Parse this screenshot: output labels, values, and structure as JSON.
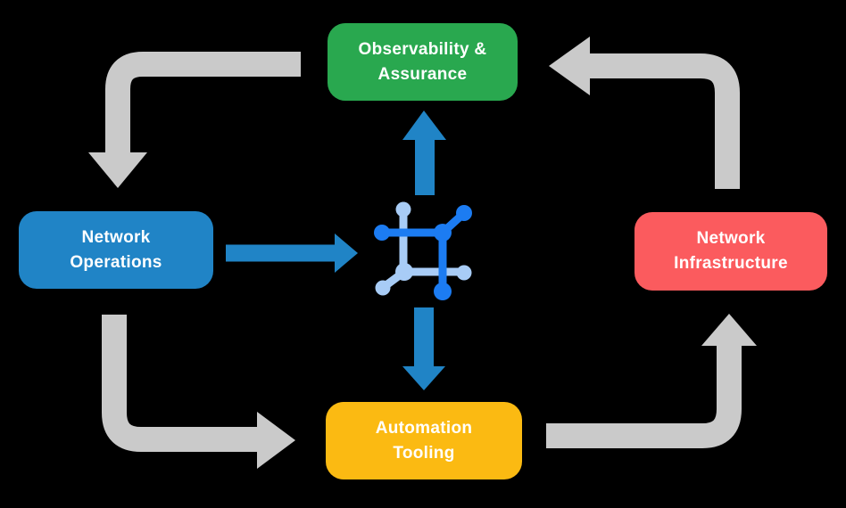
{
  "diagram": {
    "background_color": "#000000",
    "nodes": {
      "observability": {
        "label": "Observability &\nAssurance",
        "color": "#29A84F"
      },
      "operations": {
        "label": "Network\nOperations",
        "color": "#2084C6"
      },
      "infrastructure": {
        "label": "Network\nInfrastructure",
        "color": "#FB5B5E"
      },
      "automation": {
        "label": "Automation\nTooling",
        "color": "#FBBA12"
      }
    },
    "center_icon": "network-mesh-icon",
    "edges": [
      {
        "from": "observability",
        "to": "operations",
        "style": "cycle-arrow"
      },
      {
        "from": "operations",
        "to": "automation",
        "style": "cycle-arrow"
      },
      {
        "from": "automation",
        "to": "infrastructure",
        "style": "cycle-arrow"
      },
      {
        "from": "infrastructure",
        "to": "observability",
        "style": "cycle-arrow"
      },
      {
        "from": "operations",
        "to": "center-icon",
        "style": "flow-arrow"
      },
      {
        "from": "center-icon",
        "to": "observability",
        "style": "flow-arrow"
      },
      {
        "from": "center-icon",
        "to": "automation",
        "style": "flow-arrow"
      }
    ],
    "colors": {
      "cycle_arrow": "#CACACA",
      "flow_arrow": "#2084C6",
      "icon_primary": "#1C7CF2",
      "icon_secondary": "#A8CCF6",
      "label_text": "#FFFFFF"
    }
  }
}
